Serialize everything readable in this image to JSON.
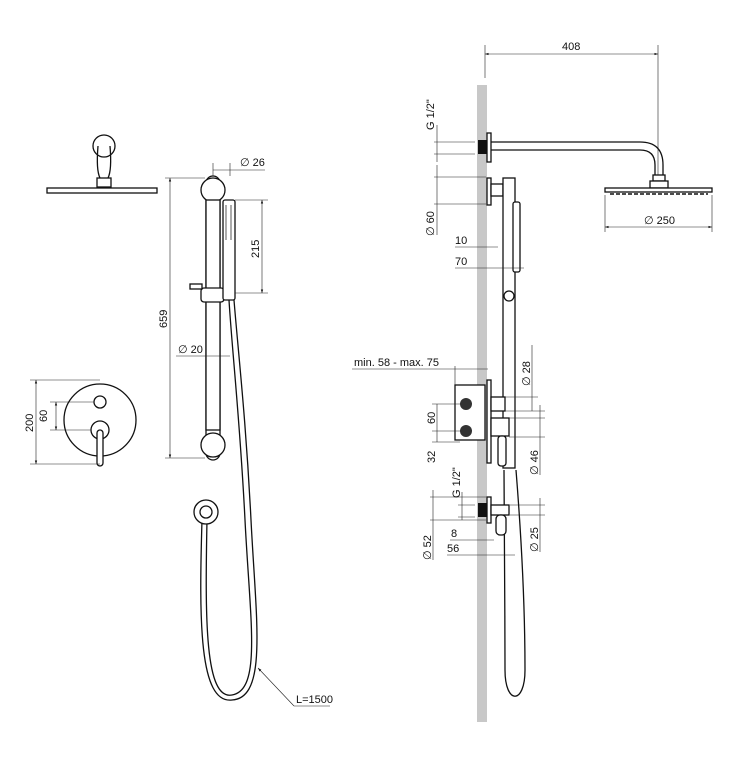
{
  "front_view": {
    "rail_top_diameter": "∅ 26",
    "handshower_length": "215",
    "rail_length": "659",
    "rail_diameter": "∅ 20",
    "mixer_plate_size": "200",
    "mixer_spacing": "60",
    "hose_length": "L=1500"
  },
  "side_view": {
    "arm_projection": "408",
    "arm_connection": "G 1/2\"",
    "bracket_diameter": "∅ 60",
    "bracket_offset": "10",
    "rail_offset": "70",
    "head_diameter": "∅ 250",
    "mixer_depth": "min. 58 - max. 75",
    "upper_knob_diameter": "∅ 28",
    "mixer_spacing": "60",
    "mixer_lower": "32",
    "lever_diameter": "∅ 46",
    "outlet_connection": "G 1/2\"",
    "outlet_diameter": "∅ 52",
    "outlet_offset": "8",
    "outlet_projection": "56",
    "outlet_tube_diameter": "∅ 25"
  }
}
